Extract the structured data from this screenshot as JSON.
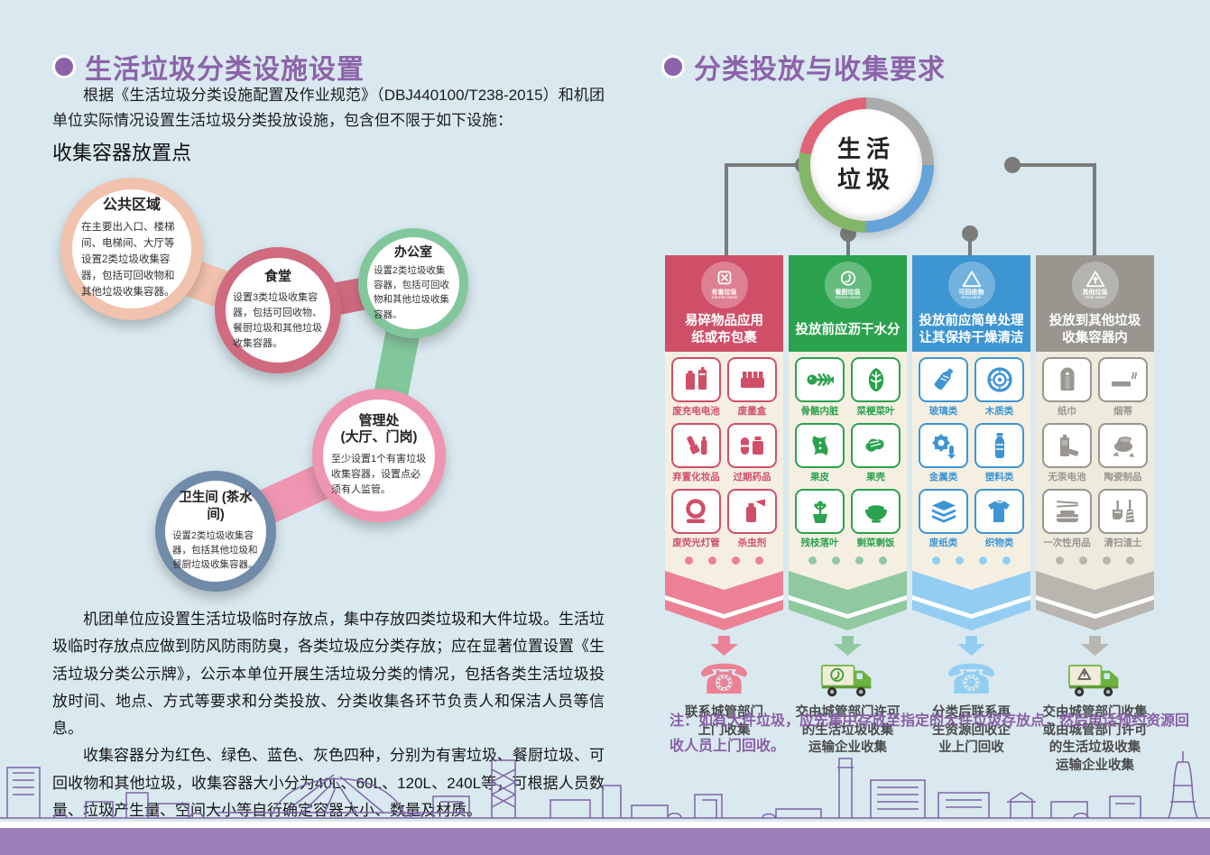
{
  "poster": {
    "background": "#d9e9ef",
    "accent_purple": "#8c63aa",
    "footer_bar_color": "#9d80bb",
    "connector_gray": "#7b7b7b"
  },
  "left": {
    "title": "生活垃圾分类设施设置",
    "intro": "根据《生活垃圾分类设施配置及作业规范》（DBJ440100/T238-2015）和机团单位实际情况设置生活垃圾分类投放设施，包含但不限于如下设施：",
    "subtitle": "收集容器放置点",
    "circles": [
      {
        "title": "公共区域",
        "desc": "在主要出入口、楼梯间、电梯间、大厅等设置2类垃圾收集容器，包括可回收物和其他垃圾收集容器。",
        "ring_color": "#f1c2ae"
      },
      {
        "title": "食堂",
        "desc": "设置3类垃圾收集容器，包括可回收物、餐厨垃圾和其他垃圾收集容器。",
        "ring_color": "#d06a7f"
      },
      {
        "title": "办公室",
        "desc": "设置2类垃圾收集容器，包括可回收物和其他垃圾收集容器。",
        "ring_color": "#82c79c"
      },
      {
        "title": "管理处\n(大厅、门岗)",
        "desc": "至少设置1个有害垃圾收集容器，设置点必须有人监管。",
        "ring_color": "#ee95b2"
      },
      {
        "title": "卫生间 (茶水间)",
        "desc": "设置2类垃圾收集容器，包括其他垃圾和餐厨垃圾收集容器。",
        "ring_color": "#708ca8"
      }
    ],
    "para1": "机团单位应设置生活垃圾临时存放点，集中存放四类垃圾和大件垃圾。生活垃圾临时存放点应做到防风防雨防臭，各类垃圾应分类存放；应在显著位置设置《生活垃圾分类公示牌》，公示本单位开展生活垃圾分类的情况，包括各类生活垃圾投放时间、地点、方式等要求和分类投放、分类收集各环节负责人和保洁人员等信息。",
    "para2": "收集容器分为红色、绿色、蓝色、灰色四种，分别为有害垃圾、餐厨垃圾、可回收物和其他垃圾，收集容器大小分为40L、60L、120L、240L等，可根据人员数量、垃圾产生量、空间大小等自行确定容器大小、数量及材质。"
  },
  "right": {
    "title": "分类投放与收集要求",
    "hub": "生活\n垃圾",
    "hub_ring_colors": {
      "red": "#e16378",
      "gray": "#ababab",
      "blue": "#66a3d9",
      "green": "#83b668"
    },
    "note": "注：如有大件垃圾，应先集中存放至指定的大件垃圾存放点，然后电话预约资源回收人员上门回收。",
    "columns": [
      {
        "badge_cn": "有害垃圾",
        "badge_en": "Harmful waste",
        "badge_icon": "harmful-waste",
        "instruction": "易碎物品应用\n纸或布包裹",
        "color": "#d04f68",
        "light_color": "#ec8196",
        "body_color": "#f5efe2",
        "items": [
          {
            "icon": "rechargeable-battery",
            "label": "废充电电池"
          },
          {
            "icon": "ink-cartridge",
            "label": "废墨盒"
          },
          {
            "icon": "cosmetics",
            "label": "弃置化妆品"
          },
          {
            "icon": "expired-medicine",
            "label": "过期药品"
          },
          {
            "icon": "fluorescent-tube",
            "label": "废荧光灯管"
          },
          {
            "icon": "insecticide",
            "label": "杀虫剂"
          }
        ],
        "collect_icon": "phone",
        "collect": "联系城管部门\n上门收集"
      },
      {
        "badge_cn": "餐厨垃圾",
        "badge_en": "Kitchen waste",
        "badge_icon": "kitchen-waste",
        "instruction": "投放前应沥干水分",
        "color": "#2ba24e",
        "light_color": "#90c9a0",
        "body_color": "#f5efe2",
        "items": [
          {
            "icon": "fish-bone",
            "label": "骨骼内脏"
          },
          {
            "icon": "vegetable-leaf",
            "label": "菜梗菜叶"
          },
          {
            "icon": "fruit-peel",
            "label": "果皮"
          },
          {
            "icon": "nut-shell",
            "label": "果壳"
          },
          {
            "icon": "potted-plant",
            "label": "残枝落叶"
          },
          {
            "icon": "leftover-bowl",
            "label": "剩菜剩饭"
          }
        ],
        "collect_icon": "truck",
        "collect": "交由城管部门许可\n的生活垃圾收集\n运输企业收集"
      },
      {
        "badge_cn": "可回收物",
        "badge_en": "Recyclable",
        "badge_icon": "recyclable",
        "instruction": "投放前应简单处理\n让其保持干燥清洁",
        "color": "#3d95d2",
        "light_color": "#93cef2",
        "body_color": "#f5efe2",
        "items": [
          {
            "icon": "glass-bottle",
            "label": "玻璃类"
          },
          {
            "icon": "wood-log",
            "label": "木质类"
          },
          {
            "icon": "metal-gear",
            "label": "金属类"
          },
          {
            "icon": "plastic-bottle",
            "label": "塑料类"
          },
          {
            "icon": "paper-stack",
            "label": "废纸类"
          },
          {
            "icon": "clothing",
            "label": "织物类"
          }
        ],
        "collect_icon": "phone",
        "collect": "分类后联系再\n生资源回收企\n业上门回收"
      },
      {
        "badge_cn": "其他垃圾",
        "badge_en": "Other waste",
        "badge_icon": "other-waste",
        "instruction": "投放到其他垃圾\n收集容器内",
        "color": "#999690",
        "light_color": "#b9b6b0",
        "body_color": "#edeade",
        "items": [
          {
            "icon": "tissue-roll",
            "label": "纸巾"
          },
          {
            "icon": "cigarette",
            "label": "烟蒂"
          },
          {
            "icon": "battery",
            "label": "无汞电池"
          },
          {
            "icon": "ceramic",
            "label": "陶瓷制品"
          },
          {
            "icon": "disposable-tableware",
            "label": "一次性用品"
          },
          {
            "icon": "broom-dustpan",
            "label": "清扫渣土"
          }
        ],
        "collect_icon": "truck",
        "collect": "交由城管部门收集\n或由城管部门许可\n的生活垃圾收集\n运输企业收集"
      }
    ]
  }
}
